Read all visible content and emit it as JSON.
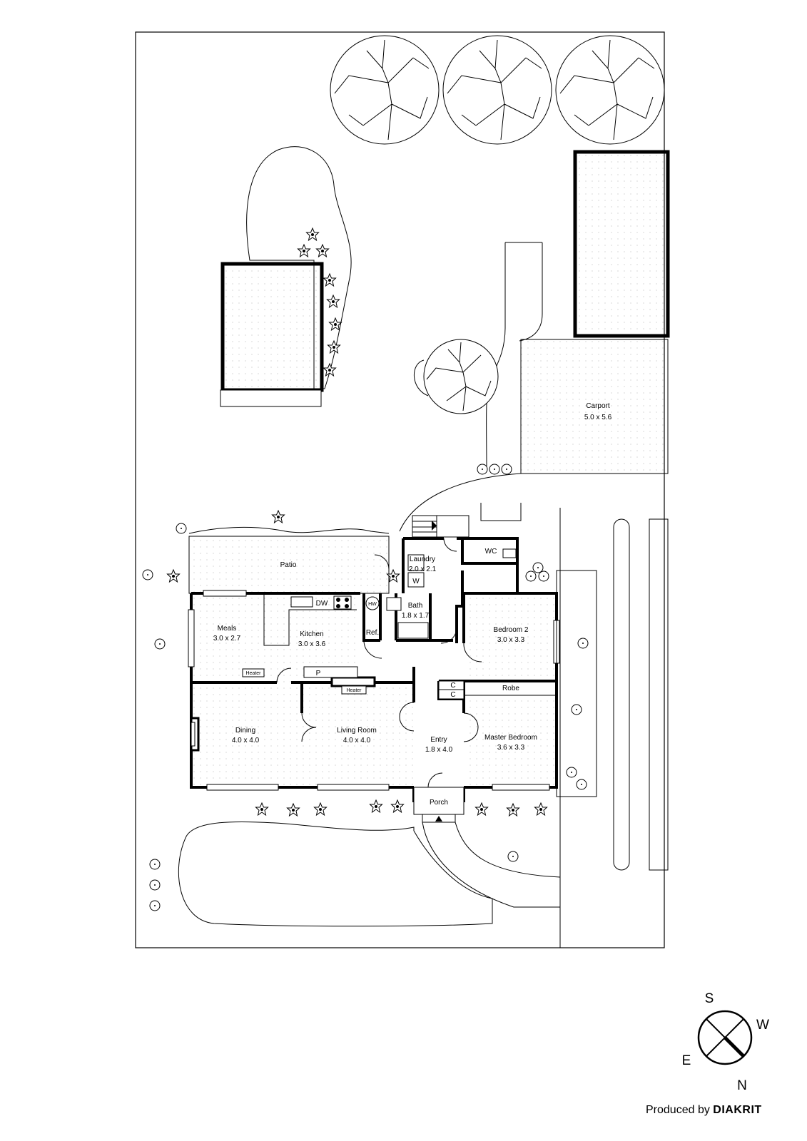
{
  "rooms": {
    "patio": {
      "name": "Patio"
    },
    "laundry": {
      "name": "Laundry",
      "size": "2.0 x 2.1"
    },
    "wc": {
      "name": "WC"
    },
    "bath": {
      "name": "Bath",
      "size": "1.8 x 1.7"
    },
    "meals": {
      "name": "Meals",
      "size": "3.0 x 2.7"
    },
    "kitchen": {
      "name": "Kitchen",
      "size": "3.0 x 3.6"
    },
    "bedroom2": {
      "name": "Bedroom 2",
      "size": "3.0 x 3.3"
    },
    "robe": {
      "name": "Robe"
    },
    "dining": {
      "name": "Dining",
      "size": "4.0 x 4.0"
    },
    "living": {
      "name": "Living Room",
      "size": "4.0 x 4.0"
    },
    "entry": {
      "name": "Entry",
      "size": "1.8 x 4.0"
    },
    "master": {
      "name": "Master Bedroom",
      "size": "3.6 x 3.3"
    },
    "porch": {
      "name": "Porch"
    },
    "carport": {
      "name": "Carport",
      "size": "5.0 x 5.6"
    }
  },
  "fixtures": {
    "dw": "DW",
    "hw": "HW",
    "ref": "Ref.",
    "w": "W",
    "p": "P",
    "c1": "C",
    "c2": "C",
    "heater_meals": "Heater",
    "heater_living": "Heater"
  },
  "compass": {
    "s": "S",
    "w": "W",
    "e": "E",
    "n": "N"
  },
  "credit": {
    "prefix": "Produced by",
    "brand": "DIAKRIT"
  }
}
